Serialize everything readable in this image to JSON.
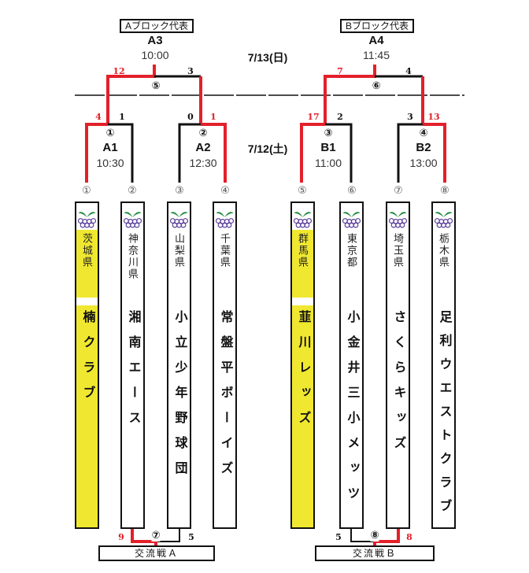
{
  "dates": {
    "day2": "7/13(日)",
    "day1": "7/12(土)"
  },
  "block_a": {
    "header": "Aブロック代表",
    "final": {
      "code": "A3",
      "time": "10:00",
      "number": "⑤",
      "score_left": "12",
      "score_right": "3"
    },
    "game1": {
      "code": "A1",
      "time": "10:30",
      "number": "①",
      "score_left": "4",
      "score_right": "1"
    },
    "game2": {
      "code": "A2",
      "time": "12:30",
      "number": "②",
      "score_left": "0",
      "score_right": "1"
    }
  },
  "block_b": {
    "header": "Bブロック代表",
    "final": {
      "code": "A4",
      "time": "11:45",
      "number": "⑥",
      "score_left": "7",
      "score_right": "4"
    },
    "game1": {
      "code": "B1",
      "time": "11:00",
      "number": "③",
      "score_left": "17",
      "score_right": "2"
    },
    "game2": {
      "code": "B2",
      "time": "13:00",
      "number": "④",
      "score_left": "3",
      "score_right": "13"
    }
  },
  "teams": [
    {
      "slot": "①",
      "prefecture": "茨城県",
      "name": "楠クラブ",
      "highlight": true
    },
    {
      "slot": "②",
      "prefecture": "神奈川県",
      "name": "湘南エース",
      "highlight": false
    },
    {
      "slot": "③",
      "prefecture": "山梨県",
      "name": "小立少年野球団",
      "highlight": false
    },
    {
      "slot": "④",
      "prefecture": "千葉県",
      "name": "常盤平ボーイズ",
      "highlight": false
    },
    {
      "slot": "⑤",
      "prefecture": "群馬県",
      "name": "韮川レッズ",
      "highlight": true
    },
    {
      "slot": "⑥",
      "prefecture": "東京都",
      "name": "小金井三小メッツ",
      "highlight": false
    },
    {
      "slot": "⑦",
      "prefecture": "埼玉県",
      "name": "さくらキッズ",
      "highlight": false
    },
    {
      "slot": "⑧",
      "prefecture": "栃木県",
      "name": "足利ウエストクラブ",
      "highlight": false
    }
  ],
  "exchange_a": {
    "label": "交流戦Ａ",
    "number": "⑦",
    "score_left": "9",
    "score_right": "5"
  },
  "exchange_b": {
    "label": "交流戦Ｂ",
    "number": "⑧",
    "score_left": "5",
    "score_right": "8"
  },
  "colors": {
    "win_line": "#e3202a",
    "line": "#111111",
    "highlight": "#f0e830"
  }
}
